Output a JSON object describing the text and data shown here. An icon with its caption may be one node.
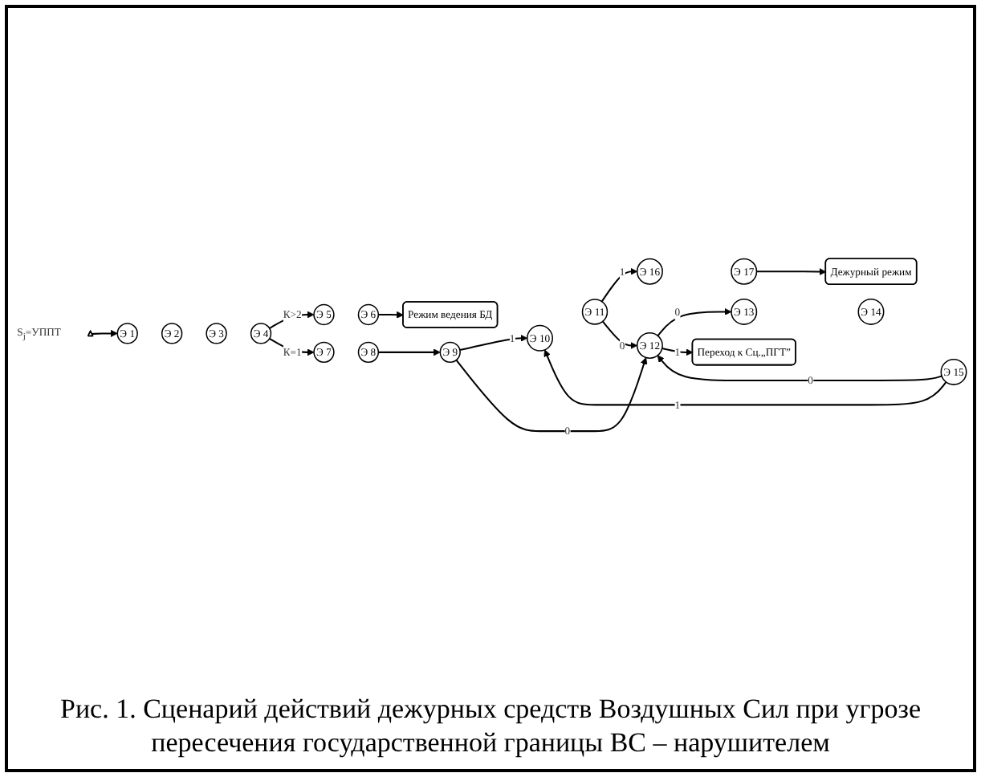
{
  "diagram": {
    "caption": "Рис. 1. Сценарий действий дежурных средств Воздушных Сил при угрозе пересечения государственной границы ВС – нарушителем",
    "nodes": [
      {
        "text": [],
        "shape": "triangle",
        "beside": [
          "S$_{j}$=УППТ"
        ]
      },
      {
        "text": [
          "Э 1"
        ]
      },
      {
        "text": [
          "Э 2"
        ]
      },
      {
        "text": [
          "Э 3"
        ]
      },
      {
        "text": [
          "Э 4"
        ]
      },
      {
        "text": [
          "Э 5"
        ]
      },
      {
        "text": [
          "Э 6"
        ]
      },
      {
        "text": [
          "Э 7"
        ]
      },
      {
        "text": [
          "Э 8"
        ]
      },
      {
        "text": [
          "Э 9"
        ]
      },
      {
        "text": [
          "Э 10"
        ]
      },
      {
        "text": [
          "Э 11"
        ]
      },
      {
        "text": [
          "Э 12"
        ]
      },
      {
        "text": [
          "Э 13"
        ]
      },
      {
        "text": [
          "Э 14"
        ]
      },
      {
        "text": [
          "Э 15"
        ]
      },
      {
        "text": [
          "Э 16"
        ]
      },
      {
        "text": [
          "Э 17"
        ]
      },
      {
        "text": [
          "Режим ведения БД"
        ]
      },
      {
        "text": [
          "Дежурный режим"
        ]
      },
      {
        "text": [
          "Переход к Сц.„ПГТ”"
        ]
      }
    ],
    "edges": [
      {
        "from": 0,
        "to": 1,
        "arrow": "to"
      },
      {
        "from": 4,
        "to": 5,
        "arrow": "to",
        "label": "К>2"
      },
      {
        "from": 4,
        "to": 7,
        "arrow": "to",
        "label": "К=1"
      },
      {
        "from": 6,
        "to": 18,
        "arrow": "to"
      },
      {
        "from": 8,
        "to": 9,
        "arrow": "to"
      },
      {
        "from": 9,
        "to": 10,
        "arrow": "to",
        "label": "1"
      },
      {
        "from": 9,
        "to": 12,
        "arrow": "to",
        "label": "0"
      },
      {
        "from": 15,
        "to": 10,
        "arrow": "to",
        "label": "1"
      },
      {
        "from": 11,
        "to": 16,
        "arrow": "to",
        "label": "1"
      },
      {
        "from": 11,
        "to": 12,
        "arrow": "to",
        "label": "0"
      },
      {
        "from": 12,
        "to": 13,
        "arrow": "to",
        "label": "0"
      },
      {
        "from": 15,
        "to": 12,
        "arrow": "to",
        "label": "0"
      },
      {
        "from": 17,
        "to": 19,
        "arrow": "to"
      },
      {
        "from": 12,
        "to": 20,
        "arrow": "to",
        "label": "1"
      }
    ]
  }
}
